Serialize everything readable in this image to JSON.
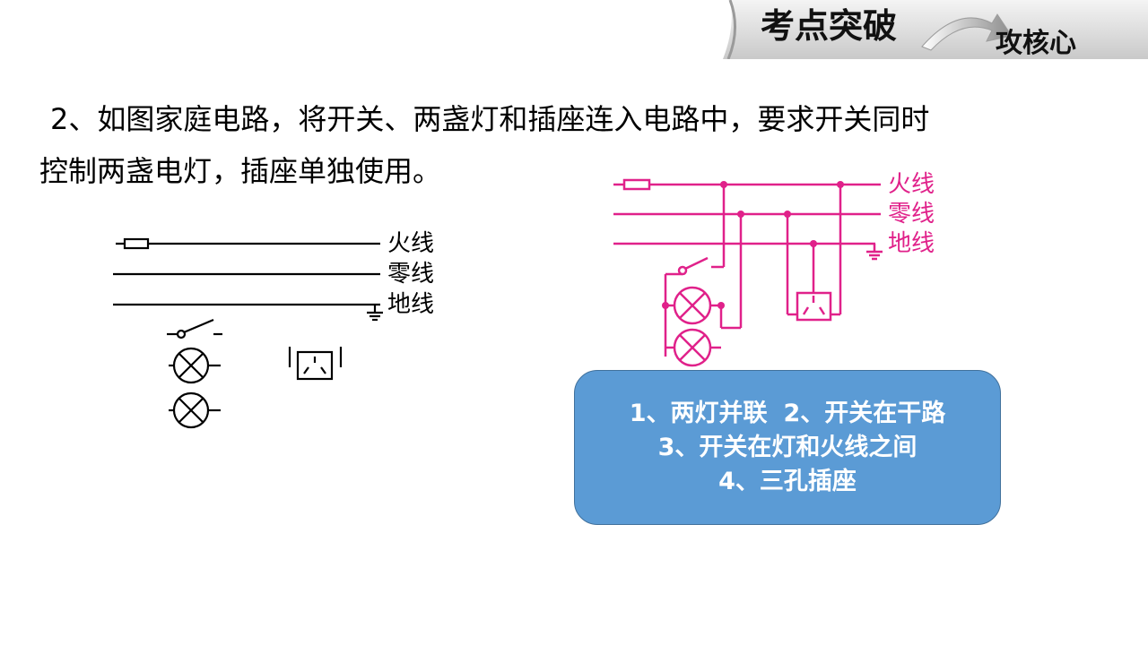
{
  "banner": {
    "title": "考点突破",
    "subtitle": "攻核心"
  },
  "question": {
    "line1": "2、如图家庭电路，将开关、两盏灯和插座连入电路中，要求开关同时",
    "line2": "控制两盏电灯，插座单独使用。"
  },
  "left_diagram": {
    "wires": [
      "火线",
      "零线",
      "地线"
    ],
    "colors": {
      "stroke": "#000000"
    }
  },
  "right_diagram": {
    "wires": [
      "火线",
      "零线",
      "地线"
    ],
    "colors": {
      "stroke": "#e0218a"
    }
  },
  "answer": {
    "items": [
      "1、两灯并联",
      "2、开关在干路",
      "3、开关在灯和火线之间",
      "4、三孔插座"
    ],
    "colors": {
      "fill": "#5b9bd5",
      "text": "#ffffff"
    }
  }
}
